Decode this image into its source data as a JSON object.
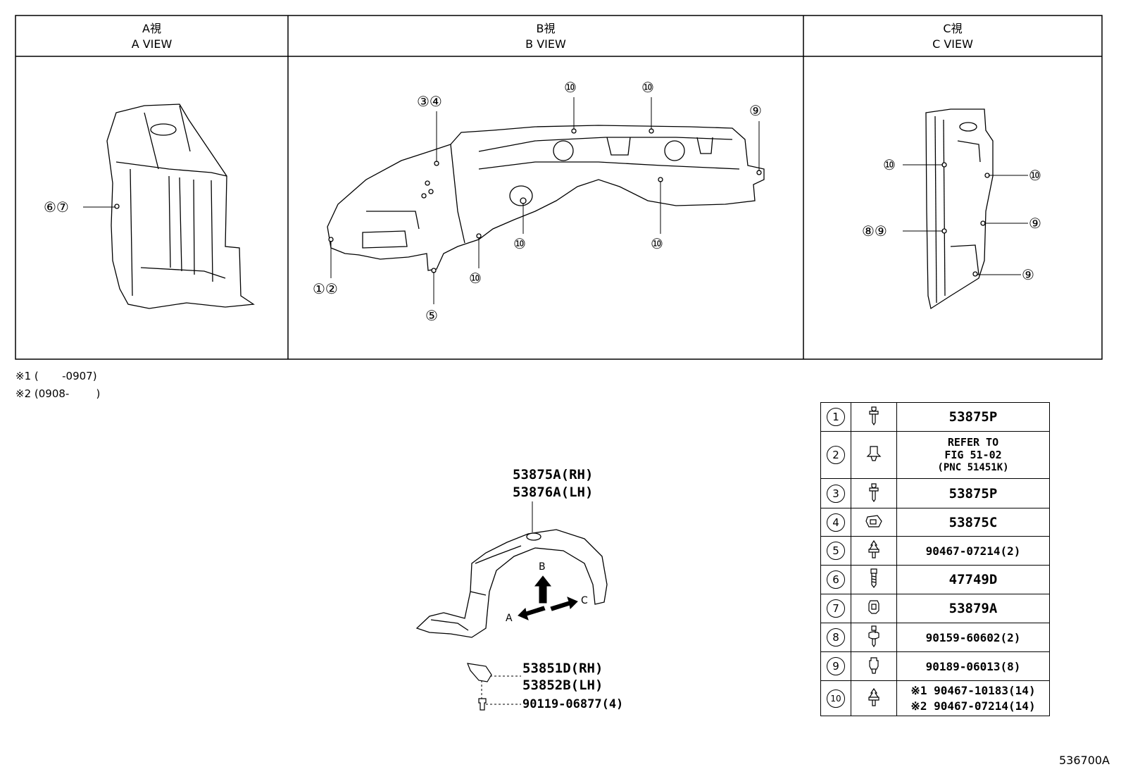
{
  "views": [
    {
      "jp": "A視",
      "en": "A VIEW"
    },
    {
      "jp": "B視",
      "en": "B VIEW"
    },
    {
      "jp": "C視",
      "en": "C VIEW"
    }
  ],
  "callouts_a": {
    "left": "⑥⑦"
  },
  "callouts_b": {
    "c34": "③④",
    "c12": "①②",
    "c5": "⑤",
    "c10a": "⑩",
    "c10b": "⑩",
    "c10c": "⑩",
    "c10d": "⑩",
    "c10e": "⑩",
    "c9": "⑨"
  },
  "callouts_c": {
    "c10l": "⑩",
    "c89": "⑧⑨",
    "c10r": "⑩",
    "c9a": "⑨",
    "c9b": "⑨"
  },
  "notes": [
    "※1 (       -0907)",
    "※2 (0908-        )"
  ],
  "main_parts": {
    "liner_rh": "53875A(RH)",
    "liner_lh": "53876A(LH)",
    "seal_rh": "53851D(RH)",
    "seal_lh": "53852B(LH)",
    "screw": "90119-06877(4)",
    "arrow_a": "A",
    "arrow_b": "B",
    "arrow_c": "C"
  },
  "legend": [
    {
      "num": "1",
      "code": "53875P",
      "icon": "screw-icon"
    },
    {
      "num": "2",
      "code_lines": [
        "REFER TO",
        "FIG 51-02",
        "(PNC 51451K)"
      ],
      "icon": "clip-icon"
    },
    {
      "num": "3",
      "code": "53875P",
      "icon": "screw-icon"
    },
    {
      "num": "4",
      "code": "53875C",
      "icon": "nut-clip-icon"
    },
    {
      "num": "5",
      "code": "90467-07214(2)",
      "icon": "push-rivet-icon"
    },
    {
      "num": "6",
      "code": "47749D",
      "icon": "bolt-icon"
    },
    {
      "num": "7",
      "code": "53879A",
      "icon": "grommet-icon"
    },
    {
      "num": "8",
      "code": "90159-60602(2)",
      "icon": "screw-icon"
    },
    {
      "num": "9",
      "code": "90189-06013(8)",
      "icon": "rivet-icon"
    },
    {
      "num": "10",
      "code_lines": [
        "※1 90467-10183(14)",
        "※2 90467-07214(14)"
      ],
      "icon": "push-rivet-icon"
    }
  ],
  "diagram_code": "536700A"
}
